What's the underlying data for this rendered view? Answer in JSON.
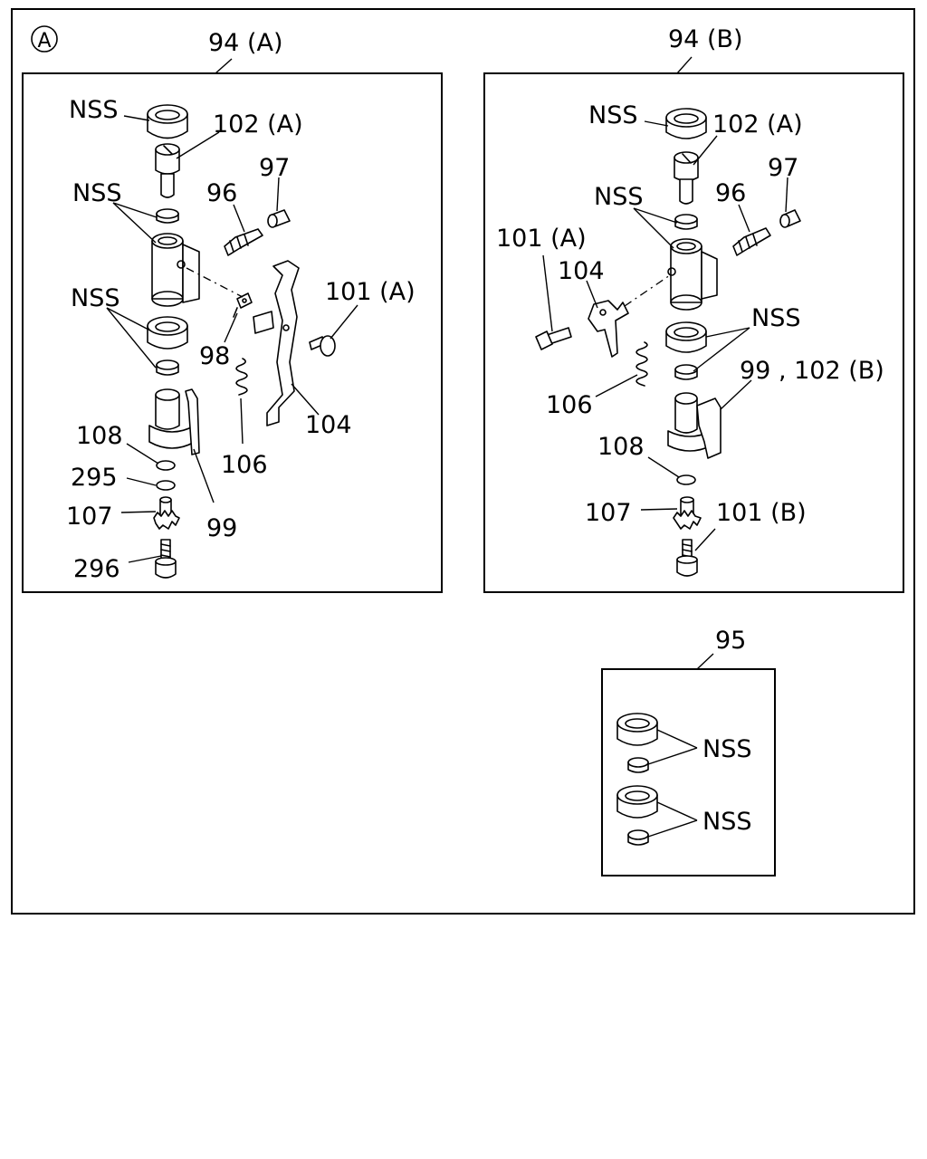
{
  "diagram": {
    "section_mark": "A",
    "group_a": {
      "title": "94 (A)",
      "labels": {
        "nss_top": "NSS",
        "p102a": "102 (A)",
        "p97": "97",
        "nss_mid": "NSS",
        "p96": "96",
        "nss_low": "NSS",
        "p101a": "101 (A)",
        "p98": "98",
        "p104": "104",
        "p106": "106",
        "p108": "108",
        "p295": "295",
        "p107": "107",
        "p99": "99",
        "p296": "296"
      }
    },
    "group_b": {
      "title": "94 (B)",
      "labels": {
        "nss_top": "NSS",
        "p102a": "102 (A)",
        "p97": "97",
        "nss_mid": "NSS",
        "p96": "96",
        "p101a": "101 (A)",
        "p104": "104",
        "nss_low": "NSS",
        "p99_102b": "99 , 102 (B)",
        "p106": "106",
        "p108": "108",
        "p107": "107",
        "p101b": "101 (B)"
      }
    },
    "kit_95": {
      "title": "95",
      "labels": {
        "nss_1": "NSS",
        "nss_2": "NSS"
      }
    }
  }
}
